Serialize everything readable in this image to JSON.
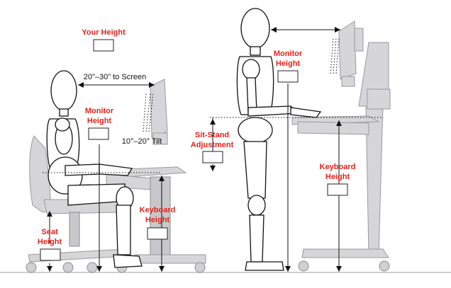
{
  "labels": {
    "your_height": "Your Height",
    "distance_to_screen": "20\"–30\" to Screen",
    "monitor_height_sit_1": "Monitor",
    "monitor_height_sit_2": "Height",
    "tilt": "10°–20° Tilt",
    "sit_stand_1": "Sit-Stand",
    "sit_stand_2": "Adjustment",
    "monitor_height_stand_1": "Monitor",
    "monitor_height_stand_2": "Height",
    "keyboard_height_sit_1": "Keyboard",
    "keyboard_height_sit_2": "Height",
    "keyboard_height_stand_1": "Keyboard",
    "keyboard_height_stand_2": "Height",
    "seat_height_1": "Seat",
    "seat_height_2": "Height"
  },
  "colors": {
    "label_red": "#e3231b",
    "label_black": "#111111",
    "furniture_gray": "#d6d6d8"
  }
}
